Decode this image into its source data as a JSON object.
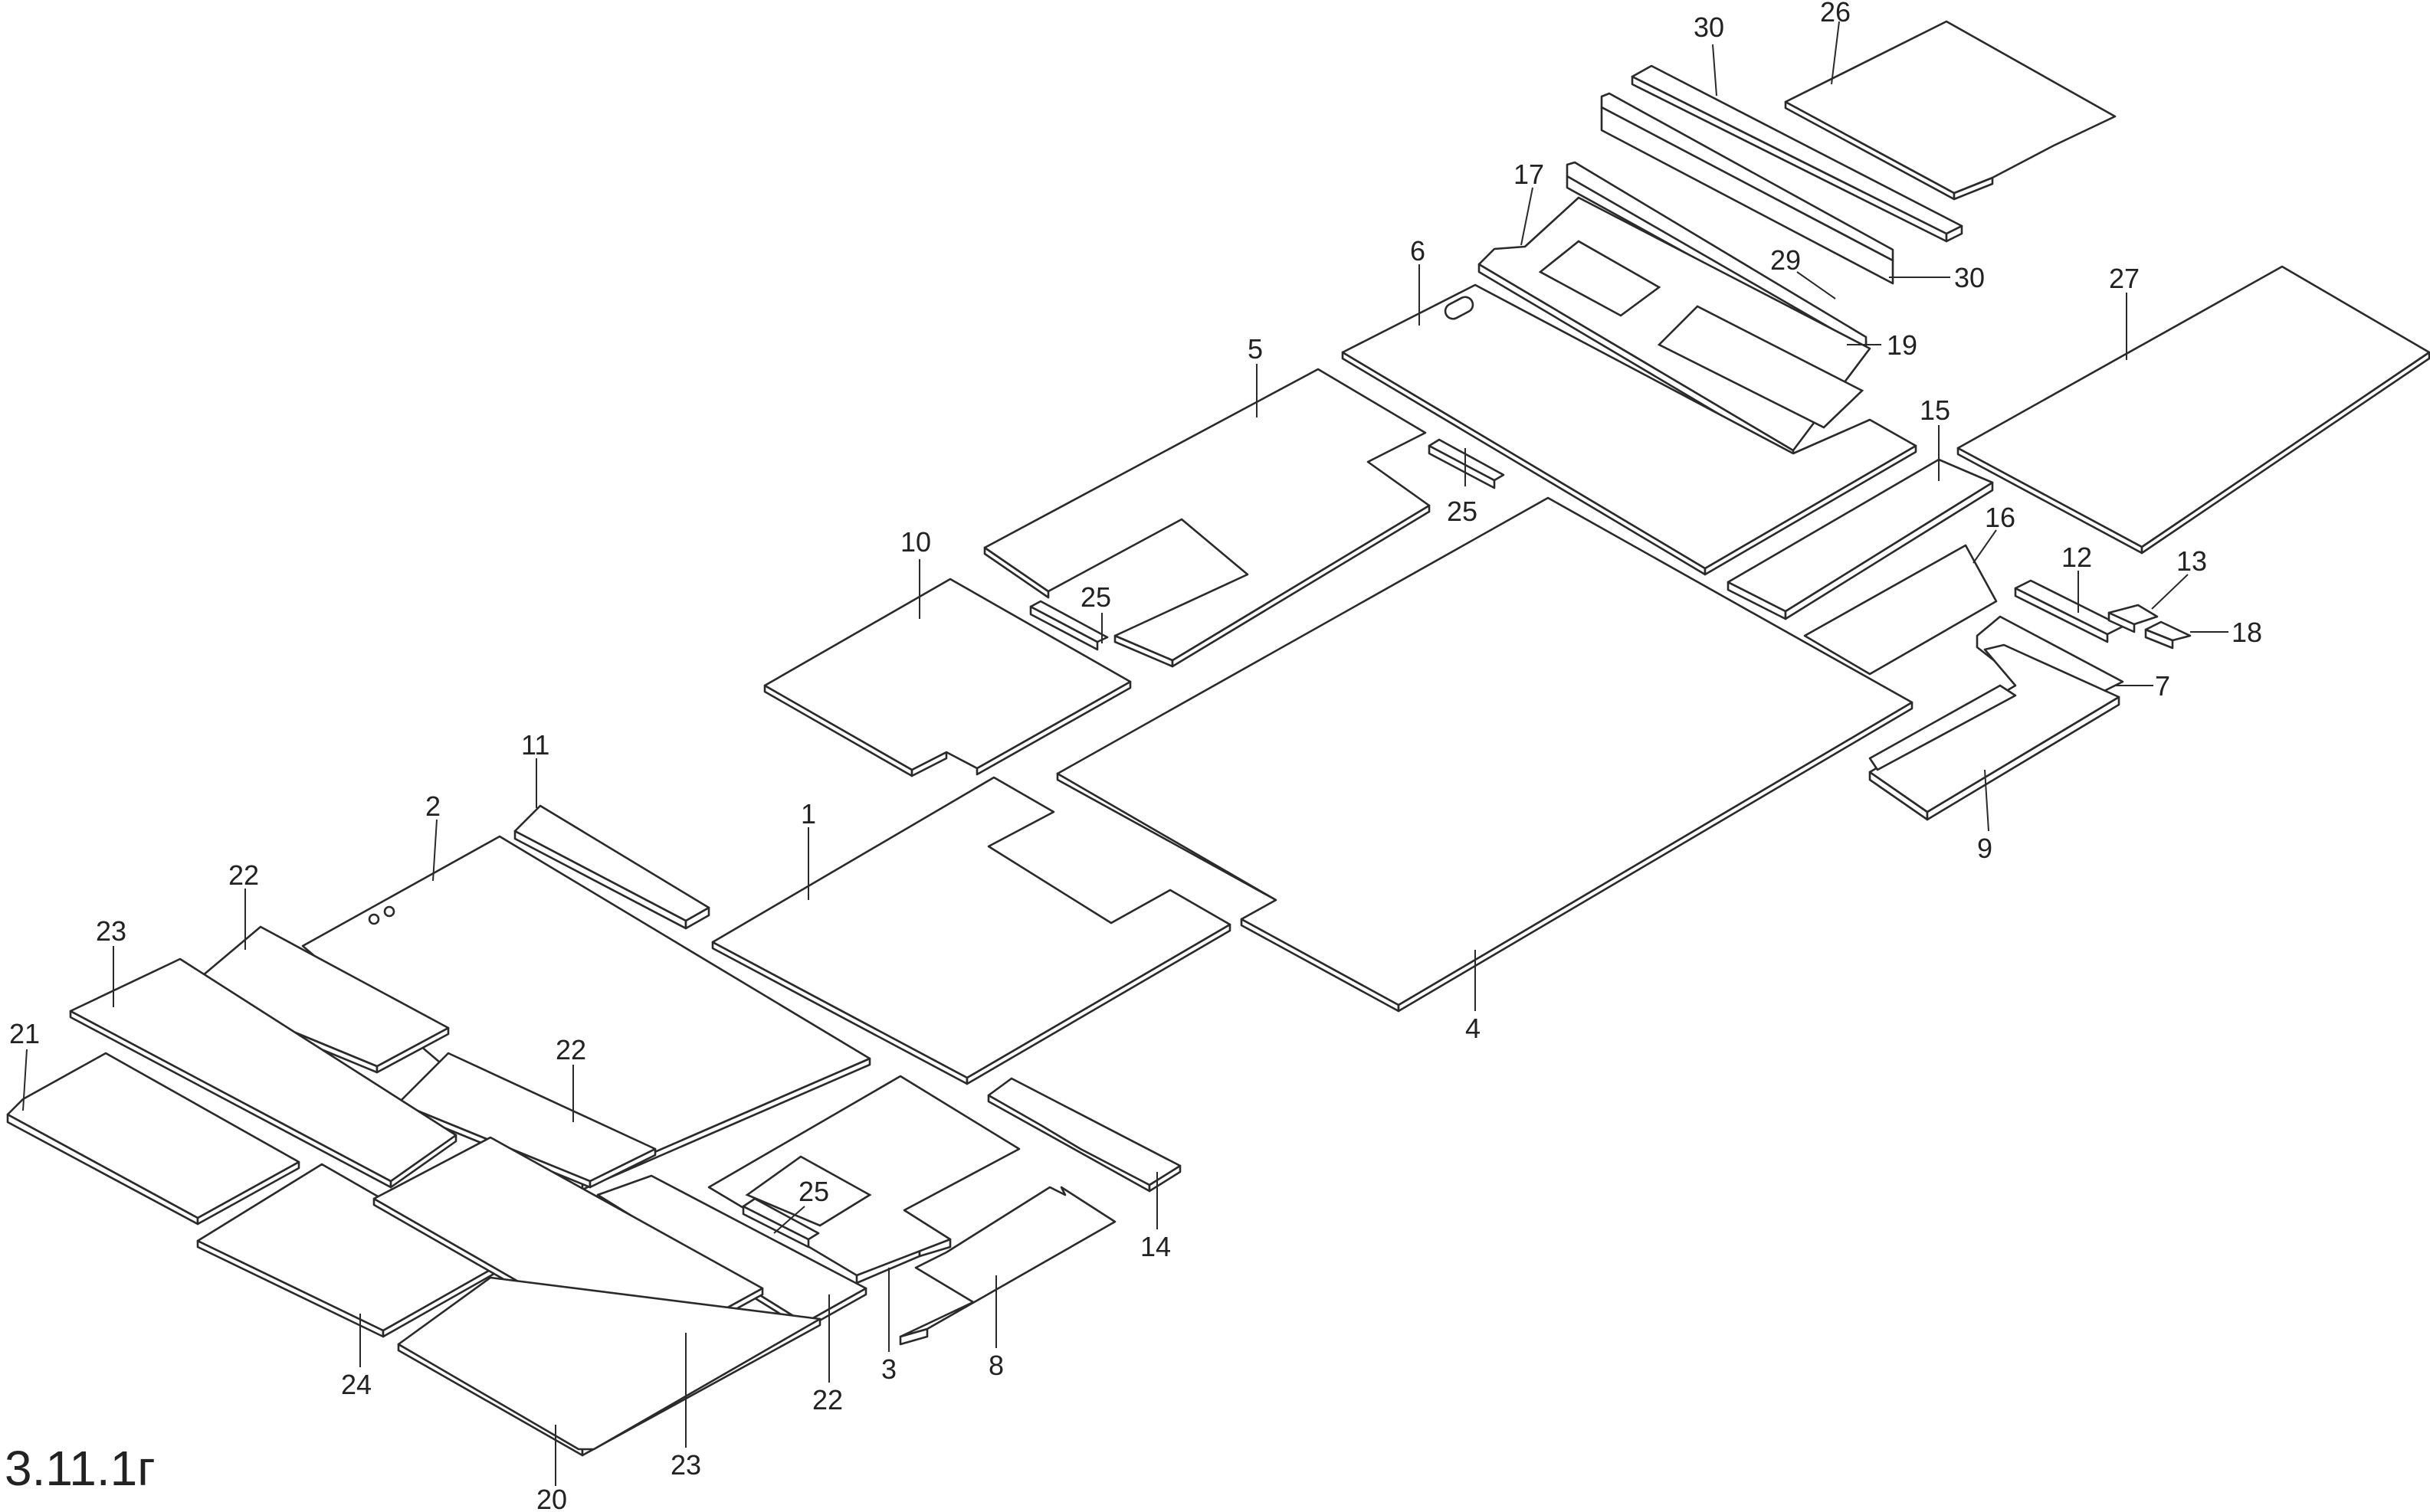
{
  "figure": {
    "label": "3.11.1г"
  },
  "colors": {
    "line": "#2a2a2a",
    "background": "#ffffff",
    "text": "#222222"
  },
  "callouts": [
    {
      "key": "c30a",
      "text": "30"
    },
    {
      "key": "c26",
      "text": "26"
    },
    {
      "key": "c30b",
      "text": "30"
    },
    {
      "key": "c17",
      "text": "17"
    },
    {
      "key": "c29",
      "text": "29"
    },
    {
      "key": "c19",
      "text": "19"
    },
    {
      "key": "c6",
      "text": "6"
    },
    {
      "key": "c27",
      "text": "27"
    },
    {
      "key": "c5",
      "text": "5"
    },
    {
      "key": "c15",
      "text": "15"
    },
    {
      "key": "c25a",
      "text": "25"
    },
    {
      "key": "c16",
      "text": "16"
    },
    {
      "key": "c10",
      "text": "10"
    },
    {
      "key": "c25b",
      "text": "25"
    },
    {
      "key": "c12",
      "text": "12"
    },
    {
      "key": "c13",
      "text": "13"
    },
    {
      "key": "c18",
      "text": "18"
    },
    {
      "key": "c7",
      "text": "7"
    },
    {
      "key": "c9",
      "text": "9"
    },
    {
      "key": "c11",
      "text": "11"
    },
    {
      "key": "c2",
      "text": "2"
    },
    {
      "key": "c1",
      "text": "1"
    },
    {
      "key": "c22a",
      "text": "22"
    },
    {
      "key": "c23a",
      "text": "23"
    },
    {
      "key": "c21",
      "text": "21"
    },
    {
      "key": "c22b",
      "text": "22"
    },
    {
      "key": "c4",
      "text": "4"
    },
    {
      "key": "c25c",
      "text": "25"
    },
    {
      "key": "c14",
      "text": "14"
    },
    {
      "key": "c8",
      "text": "8"
    },
    {
      "key": "c3",
      "text": "3"
    },
    {
      "key": "c22c",
      "text": "22"
    },
    {
      "key": "c24",
      "text": "24"
    },
    {
      "key": "c23b",
      "text": "23"
    },
    {
      "key": "c20",
      "text": "20"
    }
  ]
}
